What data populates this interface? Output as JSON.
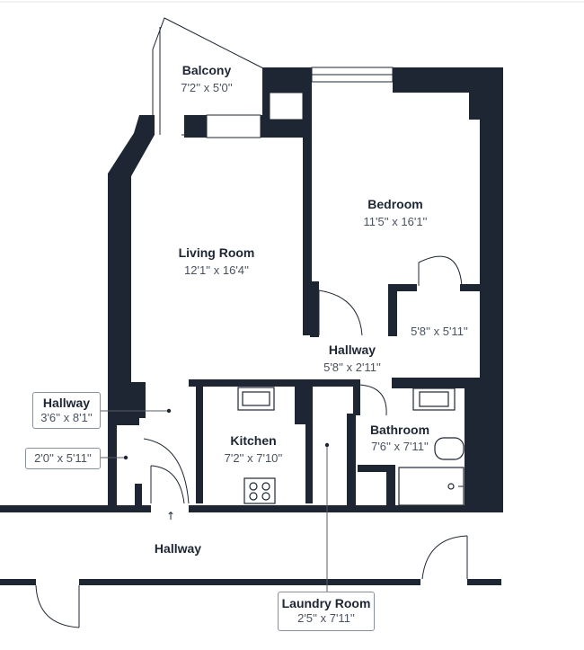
{
  "rooms": {
    "balcony": {
      "name": "Balcony",
      "dims": "7'2'' x 5'0''"
    },
    "bedroom": {
      "name": "Bedroom",
      "dims": "11'5'' x 16'1''"
    },
    "living_room": {
      "name": "Living Room",
      "dims": "12'1'' x 16'4''"
    },
    "closet": {
      "dims": "5'8'' x 5'11''"
    },
    "hallway_mid": {
      "name": "Hallway",
      "dims": "5'8'' x 2'11''"
    },
    "hallway_entry": {
      "name": "Hallway",
      "dims": "3'6'' x 8'1''"
    },
    "entry_closet": {
      "dims": "2'0'' x 5'11''"
    },
    "kitchen": {
      "name": "Kitchen",
      "dims": "7'2'' x 7'10''"
    },
    "bathroom": {
      "name": "Bathroom",
      "dims": "7'6'' x 7'11''"
    },
    "corridor": {
      "name": "Hallway"
    },
    "laundry_room": {
      "name": "Laundry Room",
      "dims": "2'5'' x 7'11''"
    }
  },
  "colors": {
    "wall": "#1e2633",
    "background": "#ffffff",
    "label_border": "#8a9099"
  }
}
